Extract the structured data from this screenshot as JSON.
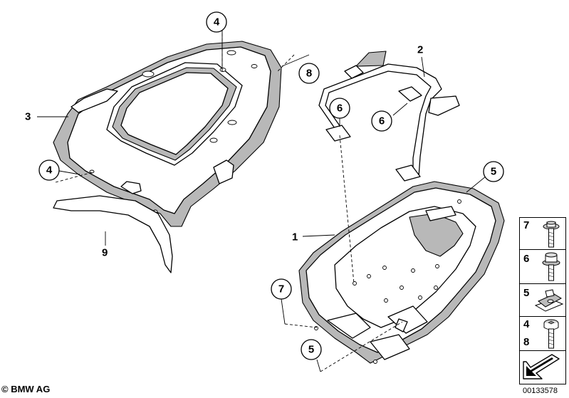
{
  "callouts": {
    "c4_top": "4",
    "c8": "8",
    "c2": "2",
    "c6_left": "6",
    "c6_right": "6",
    "c3": "3",
    "c4_left": "4",
    "c9": "9",
    "c5_right": "5",
    "c1": "1",
    "c7": "7",
    "c5_bottom": "5"
  },
  "legend": {
    "items": [
      {
        "number": "7",
        "part": "flange-bolt"
      },
      {
        "number": "6",
        "part": "hex-bolt"
      },
      {
        "number": "5",
        "part": "spring-nut"
      },
      {
        "number": "4",
        "part": "torx-bolt"
      },
      {
        "number": "8",
        "part": "torx-bolt"
      }
    ],
    "arrow_icon": "direction-arrow-icon"
  },
  "footer": {
    "copyright": "© BMW AG",
    "diagram_id": "00133578"
  }
}
